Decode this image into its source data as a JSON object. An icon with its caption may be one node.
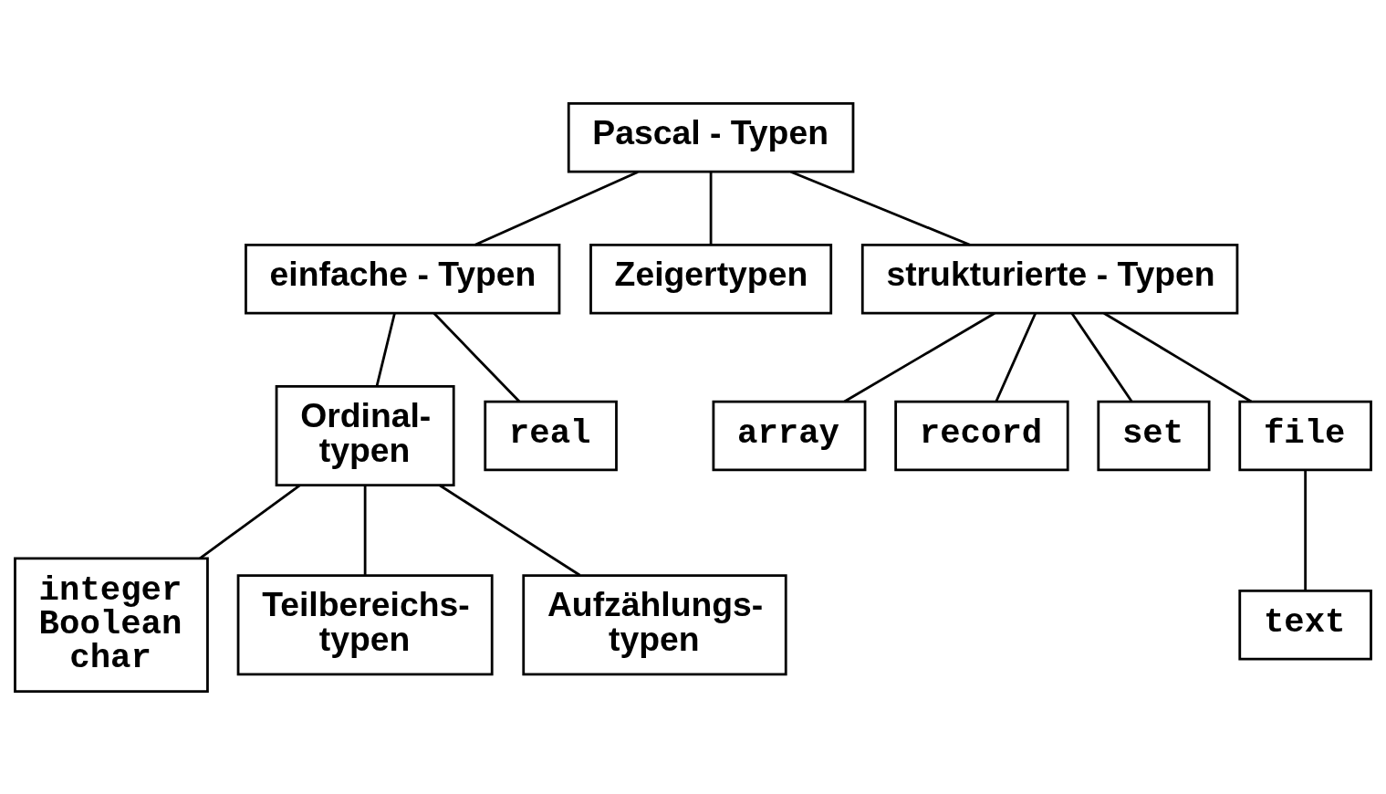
{
  "diagram": {
    "nodes": [
      {
        "text": [
          "Pascal - Typen"
        ]
      },
      {
        "text": [
          "einfache - Typen"
        ]
      },
      {
        "text": [
          "Zeigertypen"
        ]
      },
      {
        "text": [
          "strukturierte - Typen"
        ]
      },
      {
        "text": [
          "Ordinal- typen"
        ]
      },
      {
        "text": [
          "real"
        ]
      },
      {
        "text": [
          "array"
        ]
      },
      {
        "text": [
          "record"
        ]
      },
      {
        "text": [
          "set"
        ]
      },
      {
        "text": [
          "file"
        ]
      },
      {
        "text": [
          "integer",
          "Boolean",
          "char"
        ]
      },
      {
        "text": [
          "Teilbereichs- typen"
        ]
      },
      {
        "text": [
          "Aufzählungs- typen"
        ]
      },
      {
        "text": [
          "text"
        ]
      }
    ],
    "edges": [
      {
        "from": 0,
        "to": 1,
        "arrow": "none"
      },
      {
        "from": 0,
        "to": 2,
        "arrow": "none"
      },
      {
        "from": 0,
        "to": 3,
        "arrow": "none"
      },
      {
        "from": 1,
        "to": 4,
        "arrow": "none"
      },
      {
        "from": 1,
        "to": 5,
        "arrow": "none"
      },
      {
        "from": 3,
        "to": 6,
        "arrow": "none"
      },
      {
        "from": 3,
        "to": 7,
        "arrow": "none"
      },
      {
        "from": 3,
        "to": 8,
        "arrow": "none"
      },
      {
        "from": 3,
        "to": 9,
        "arrow": "none"
      },
      {
        "from": 4,
        "to": 10,
        "arrow": "none"
      },
      {
        "from": 4,
        "to": 11,
        "arrow": "none"
      },
      {
        "from": 4,
        "to": 12,
        "arrow": "none"
      },
      {
        "from": 9,
        "to": 13,
        "arrow": "none"
      }
    ]
  }
}
